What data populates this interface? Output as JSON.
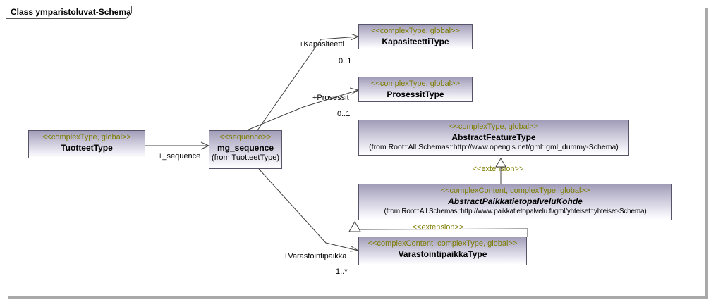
{
  "frame": {
    "title": "Class ymparistoluvat-Schema"
  },
  "boxes": {
    "tuotteet": {
      "stereotype": "<<complexType, global>>",
      "name": "TuotteetType"
    },
    "mg_sequence": {
      "stereotype": "<<sequence>>",
      "name": "mg_sequence",
      "from": "(from TuotteetType)"
    },
    "kapasiteetti": {
      "stereotype": "<<complexType, global>>",
      "name": "KapasiteettiType"
    },
    "prosessit": {
      "stereotype": "<<complexType, global>>",
      "name": "ProsessitType"
    },
    "abstract_feature": {
      "stereotype": "<<complexType, global>>",
      "name": "AbstractFeatureType",
      "from": "(from Root::All Schemas::http://www.opengis.net/gml::gml_dummy-Schema)"
    },
    "abstract_kohde": {
      "stereotype": "<<complexContent, complexType, global>>",
      "name": "AbstractPaikkatietopalveluKohde",
      "from": "(from Root::All Schemas::http://www.paikkatietopalvelu.fi/gml/yhteiset::yhteiset-Schema)"
    },
    "varastointipaikka": {
      "stereotype": "<<complexContent, complexType, global>>",
      "name": "VarastointipaikkaType"
    }
  },
  "connectors": {
    "sequence": {
      "label": "+_sequence"
    },
    "kapasiteetti": {
      "label": "+Kapasiteetti",
      "multiplicity": "0..1"
    },
    "prosessit": {
      "label": "+Prosessit",
      "multiplicity": "0..1"
    },
    "varastointipaikka": {
      "label": "+Varastointipaikka",
      "multiplicity": "1..*"
    },
    "extension_feature": {
      "label": "<<extension>>"
    },
    "extension_kohde": {
      "label": "<<extension>>"
    }
  },
  "colors": {
    "stereotype_text": "#7d7d00",
    "box_gradient_top": "#a19db8",
    "box_border": "#55556a",
    "connector_line": "#404040",
    "frame_shadow": "#a9a9a9"
  }
}
